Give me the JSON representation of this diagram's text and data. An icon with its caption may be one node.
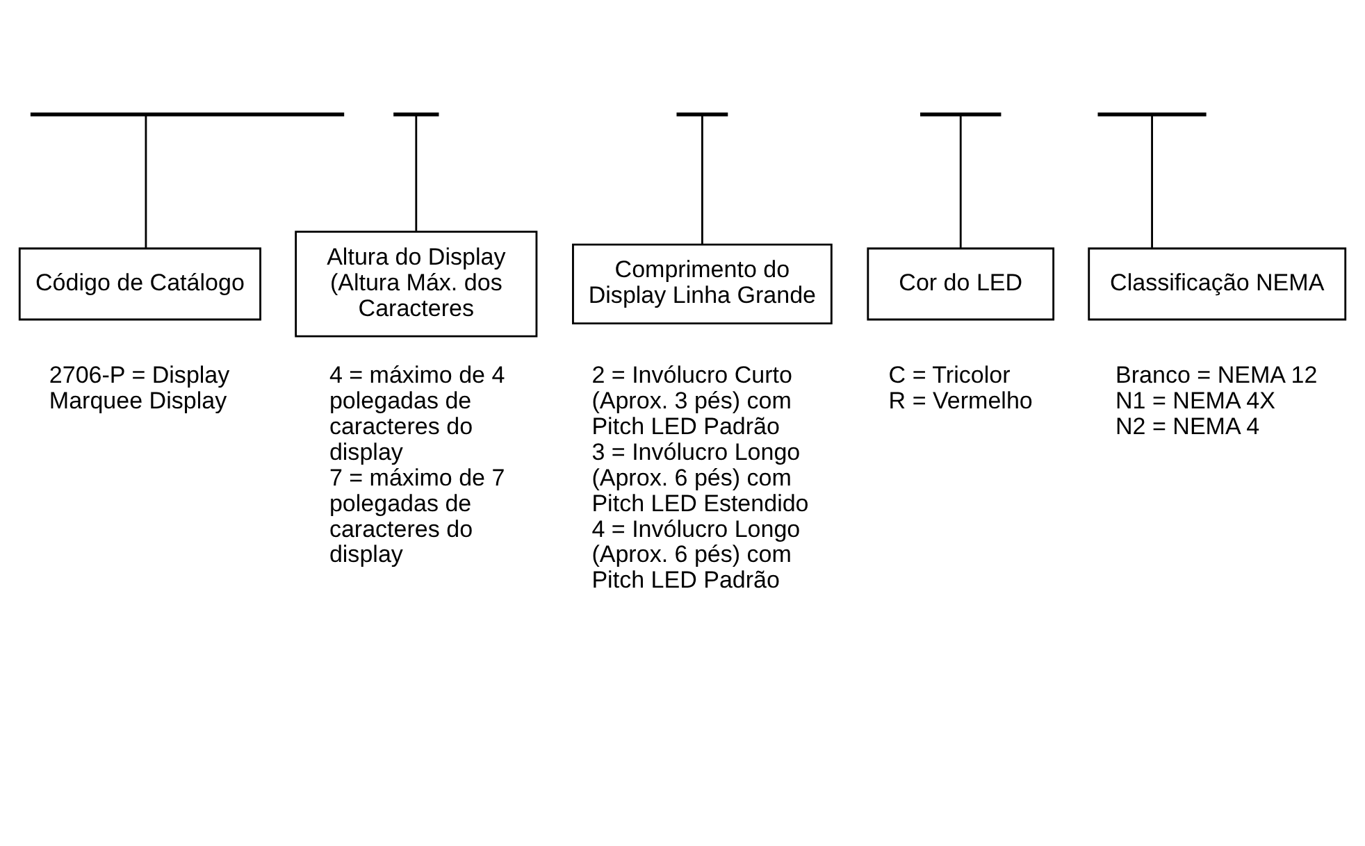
{
  "diagram": {
    "nodes": [
      {
        "text": [],
        "shape": "bar"
      },
      {
        "text": [],
        "shape": "bar"
      },
      {
        "text": [],
        "shape": "bar"
      },
      {
        "text": [],
        "shape": "bar"
      },
      {
        "text": [],
        "shape": "bar"
      },
      {
        "text": [
          "Código de Catálogo"
        ],
        "beside": [
          "2706-P = Display Marquee Display"
        ]
      },
      {
        "text": [
          "Altura do Display (Altura Máx. dos Caracteres"
        ],
        "beside": [
          "4 = máximo de 4 polegadas de caracteres do display",
          "7 = máximo de 7 polegadas de caracteres do display"
        ]
      },
      {
        "text": [
          "Comprimento do Display Linha Grande"
        ],
        "beside": [
          "2 = Invólucro Curto (Aprox. 3 pés) com Pitch LED Padrão",
          "3 = Invólucro Longo (Aprox. 6 pés) com Pitch LED Estendido",
          "4 = Invólucro Longo (Aprox. 6 pés) com Pitch LED Padrão"
        ]
      },
      {
        "text": [
          "Cor do LED"
        ],
        "beside": [
          "C = Tricolor",
          "R = Vermelho"
        ]
      },
      {
        "text": [
          "Classificação NEMA"
        ],
        "beside": [
          "Branco = NEMA 12",
          "N1 = NEMA 4X",
          "N2 = NEMA 4"
        ]
      }
    ],
    "edges": [
      {
        "from": 0,
        "to": 5,
        "arrow": "none"
      },
      {
        "from": 1,
        "to": 6,
        "arrow": "none"
      },
      {
        "from": 2,
        "to": 7,
        "arrow": "none"
      },
      {
        "from": 3,
        "to": 8,
        "arrow": "none"
      },
      {
        "from": 4,
        "to": 9,
        "arrow": "none"
      }
    ]
  }
}
